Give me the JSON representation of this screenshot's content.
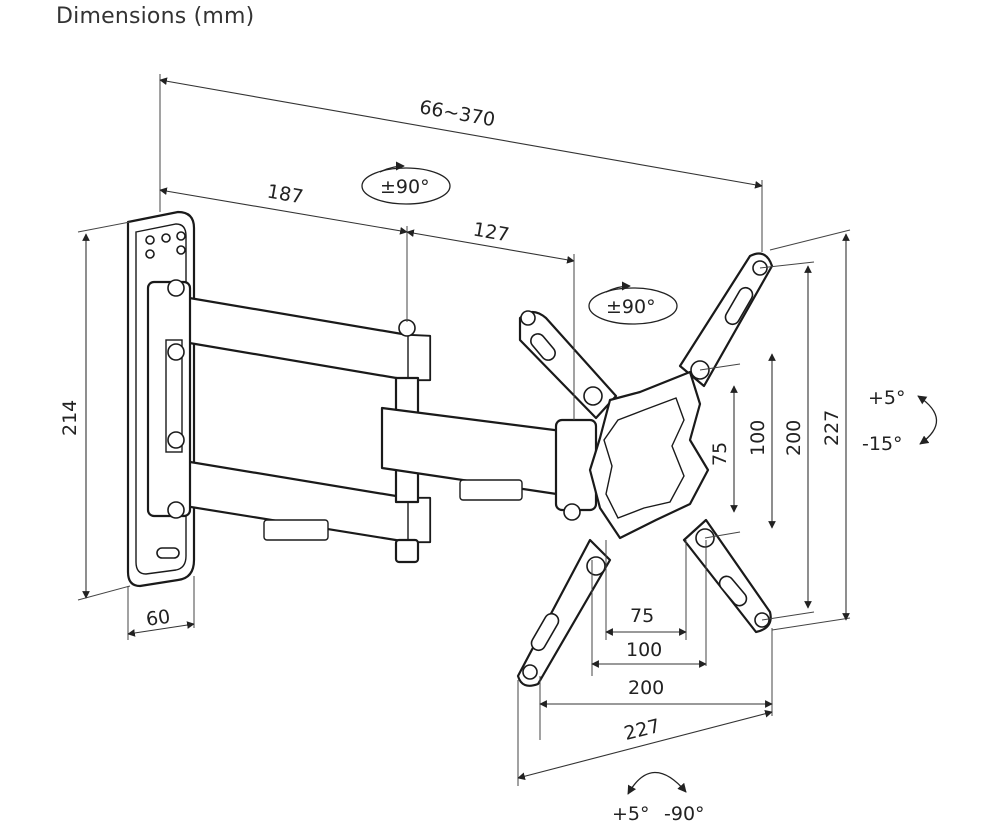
{
  "title": "Dimensions (mm)",
  "dimensions": {
    "overall_extension": "66~370",
    "arm_one": "187",
    "arm_two": "127",
    "wall_plate_height": "214",
    "wall_plate_width": "60",
    "vesa_v_75": "75",
    "vesa_v_100": "100",
    "vesa_v_200": "200",
    "vesa_v_227": "227",
    "vesa_h_75": "75",
    "vesa_h_100": "100",
    "vesa_h_200": "200",
    "vesa_h_227": "227"
  },
  "rotations": {
    "swivel_arm": "±90°",
    "swivel_head": "±90°",
    "tilt_up": "+5°",
    "tilt_down": "-15°",
    "rotate_pos": "+5°",
    "rotate_neg": "-90°"
  }
}
